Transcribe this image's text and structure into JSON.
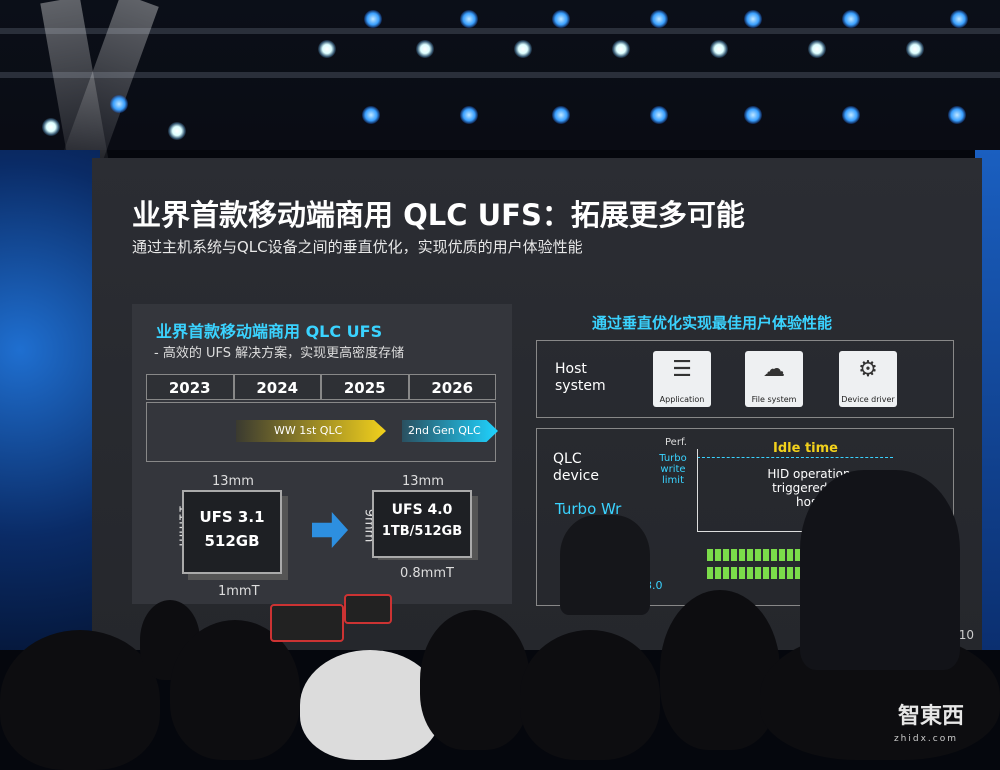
{
  "slide": {
    "title": "业界首款移动端商用 QLC UFS：拓展更多可能",
    "subtitle": "通过主机系统与QLC设备之间的垂直优化，实现优质的用户体验性能",
    "page_number": "10"
  },
  "left_panel": {
    "title": "业界首款移动端商用 QLC UFS",
    "subtitle": "- 高效的 UFS 解决方案，实现更高密度存储",
    "years": [
      "2023",
      "2024",
      "2025",
      "2026"
    ],
    "arrow_1": "WW 1st QLC",
    "arrow_2": "2nd Gen QLC",
    "chip_1": {
      "name": "UFS 3.1",
      "capacity": "512GB",
      "width": "13mm",
      "height": "11mm",
      "thickness": "1mmT"
    },
    "chip_2": {
      "name": "UFS 4.0",
      "capacity": "1TB/512GB",
      "width": "13mm",
      "height": "9mm",
      "thickness": "0.8mmT"
    }
  },
  "right_panel": {
    "title": "通过垂直优化实现最佳用户体验性能",
    "host_label": "Host system",
    "icons": [
      {
        "icon": "application-icon",
        "label": "Application"
      },
      {
        "icon": "file-system-icon",
        "label": "File system"
      },
      {
        "icon": "device-driver-icon",
        "label": "Device driver"
      }
    ],
    "qlc_label": "QLC device",
    "turbo_label": "Turbo Wr",
    "turbo_suffix": "3.0",
    "graph": {
      "y_label": "Perf.",
      "turbo_label": "Turbo write limit",
      "idle_label": "Idle time",
      "hid_label": "HID operation triggered by host"
    }
  },
  "watermark": {
    "text": "智東西",
    "sub": "zhidx.com"
  },
  "colors": {
    "accent_cyan": "#3ad3ff",
    "accent_yellow": "#f2d11c",
    "slide_bg": "#2b2d33"
  }
}
